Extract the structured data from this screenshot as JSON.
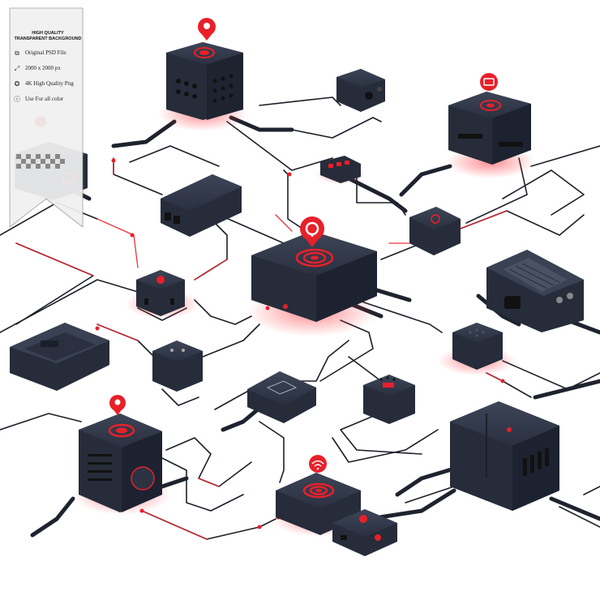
{
  "banner": {
    "title_line1": "HIGH QUALITY",
    "title_line2": "TRANSPARENT BACKGROUND",
    "items": [
      {
        "icon": "layers-icon",
        "text": "Original PSD File"
      },
      {
        "icon": "resize-icon",
        "text": "2000 x 2000 px"
      },
      {
        "icon": "medal-icon",
        "text": "4K High Quality Png"
      },
      {
        "icon": "info-icon",
        "text": "Use For all color"
      }
    ]
  },
  "colors": {
    "background": "#ffffff",
    "device": "#262c3a",
    "device_top": "#343b4c",
    "accent_red": "#e8202a",
    "cable": "#1e232e"
  }
}
